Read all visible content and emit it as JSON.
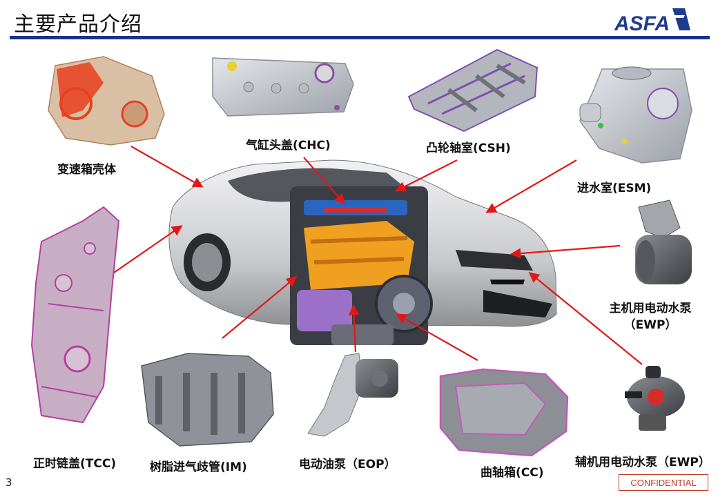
{
  "slide": {
    "title": "主要产品介绍",
    "logo_text": "ASFA",
    "page_number": "3",
    "confidential": "CONFIDENTIAL"
  },
  "labels": {
    "transmission": "变速箱壳体",
    "chc": "气缸头盖(CHC)",
    "csh": "凸轮轴室(CSH)",
    "esm": "进水室(ESM)",
    "ewp_main_1": "主机用电动水泵",
    "ewp_main_2": "（EWP）",
    "tcc": "正时链盖(TCC)",
    "im": "树脂进气歧管(IM)",
    "eop": "电动油泵（EOP）",
    "cc": "曲轴箱(CC)",
    "ewp_aux": "辅机用电动水泵（EWP）"
  },
  "colors": {
    "title_rule": "#1f2f8f",
    "arrow": "#e01818",
    "logo": "#1f3a8f",
    "confidential": "#c0392b"
  }
}
